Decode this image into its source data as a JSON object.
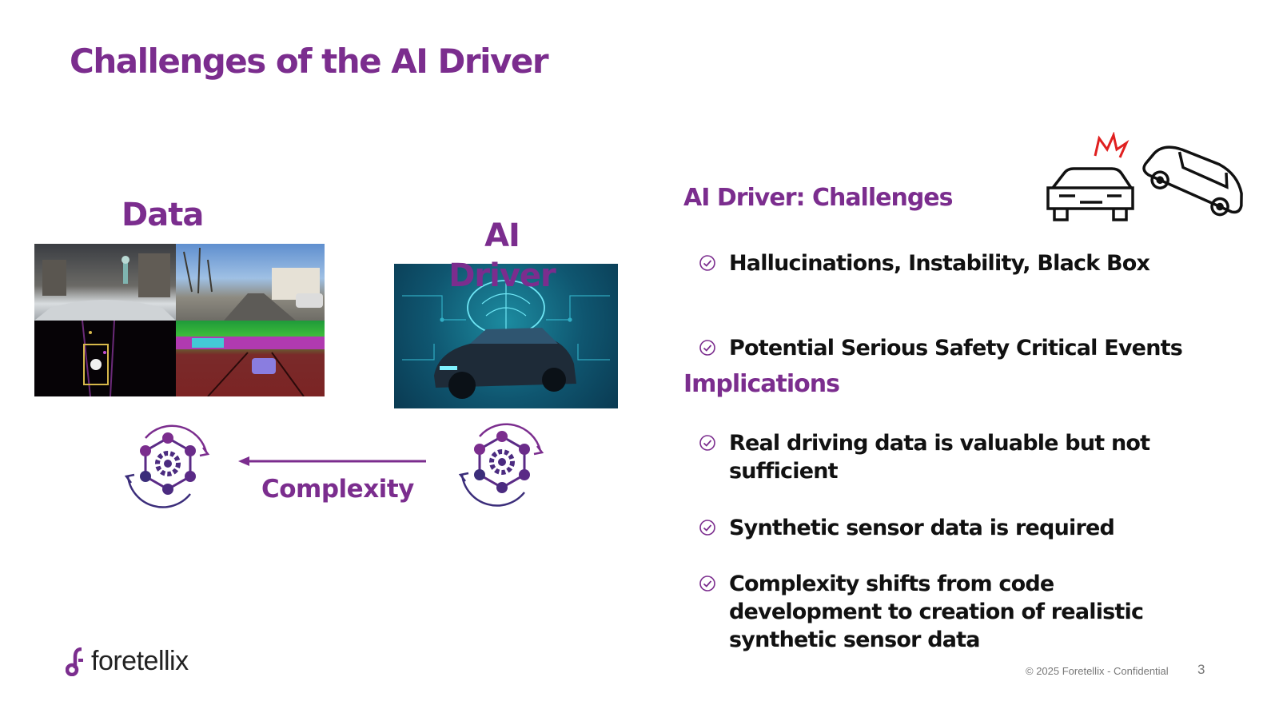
{
  "slide": {
    "title": "Challenges of the AI Driver",
    "data_heading": "Data",
    "ai_driver_heading": "AI Driver",
    "complexity_label": "Complexity"
  },
  "challenges": {
    "heading": "AI Driver: Challenges",
    "items": [
      "Hallucinations, Instability, Black Box",
      "Potential Serious Safety Critical Events"
    ]
  },
  "implications": {
    "heading": "Implications",
    "items": [
      "Real driving data is valuable but not sufficient",
      "Synthetic sensor data is required",
      "Complexity shifts from code development to creation of realistic synthetic sensor data"
    ]
  },
  "footer": {
    "logo_text": "foretellix",
    "copyright": "© 2025 Foretellix - Confidential",
    "page_number": "3"
  },
  "colors": {
    "brand_purple": "#7b2d8e",
    "icon_navy": "#3b2d7a",
    "crash_red": "#e02020"
  },
  "icons": [
    "check-circle-icon",
    "ai-cycle-gear-icon",
    "car-crash-icon",
    "arrow-left-icon",
    "foretellix-logo-icon"
  ]
}
